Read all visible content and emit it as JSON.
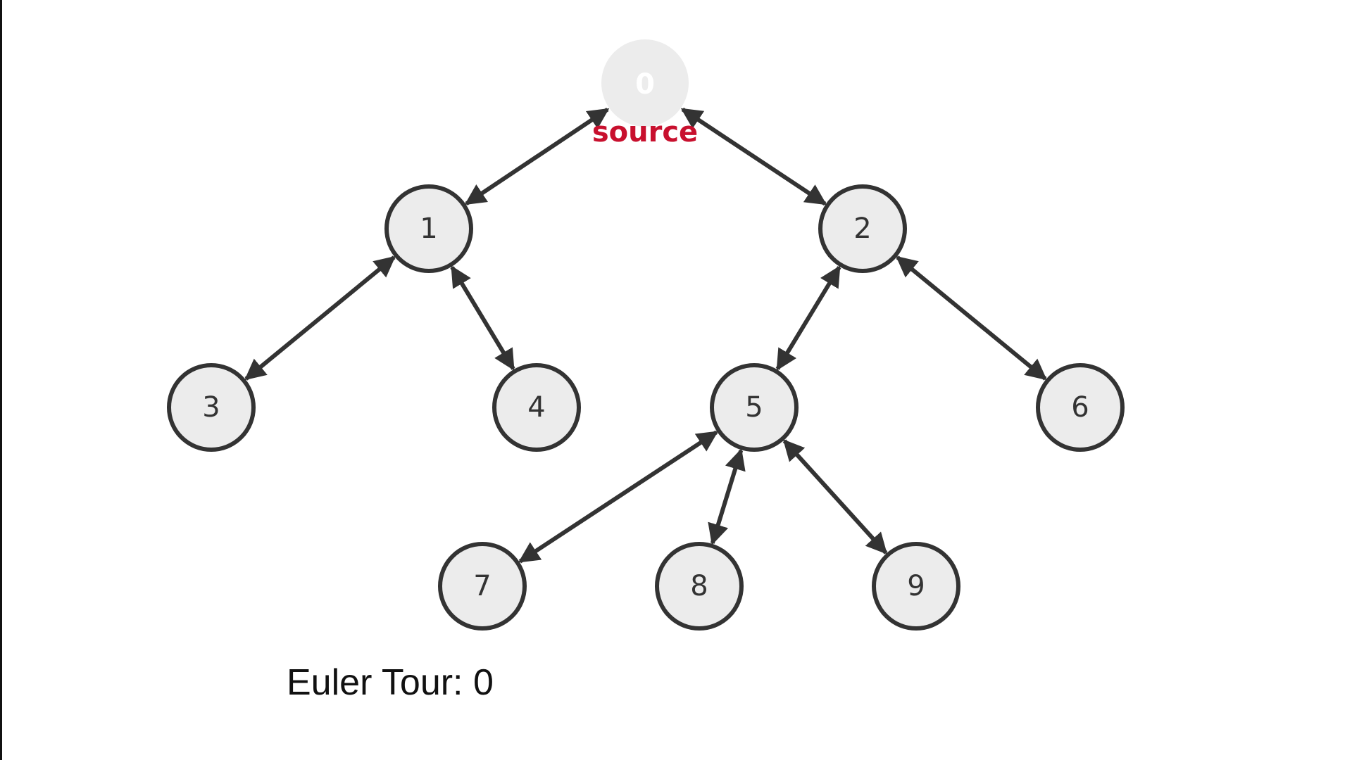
{
  "tree": {
    "source_label": "source",
    "colors": {
      "source_node": "#f0842c",
      "source_label": "#c8102e",
      "node_fill": "#ececec",
      "node_stroke": "#333333",
      "edge": "#333333"
    },
    "nodes": [
      {
        "id": "0",
        "label": "0",
        "is_source": true
      },
      {
        "id": "1",
        "label": "1"
      },
      {
        "id": "2",
        "label": "2"
      },
      {
        "id": "3",
        "label": "3"
      },
      {
        "id": "4",
        "label": "4"
      },
      {
        "id": "5",
        "label": "5"
      },
      {
        "id": "6",
        "label": "6"
      },
      {
        "id": "7",
        "label": "7"
      },
      {
        "id": "8",
        "label": "8"
      },
      {
        "id": "9",
        "label": "9"
      }
    ],
    "edges": [
      {
        "from": "0",
        "to": "1",
        "bidirectional": true
      },
      {
        "from": "0",
        "to": "2",
        "bidirectional": true
      },
      {
        "from": "1",
        "to": "3",
        "bidirectional": true
      },
      {
        "from": "1",
        "to": "4",
        "bidirectional": true
      },
      {
        "from": "2",
        "to": "5",
        "bidirectional": true
      },
      {
        "from": "2",
        "to": "6",
        "bidirectional": true
      },
      {
        "from": "5",
        "to": "7",
        "bidirectional": true
      },
      {
        "from": "5",
        "to": "8",
        "bidirectional": true
      },
      {
        "from": "5",
        "to": "9",
        "bidirectional": true
      }
    ]
  },
  "euler_tour": {
    "text": "Euler Tour: 0"
  }
}
